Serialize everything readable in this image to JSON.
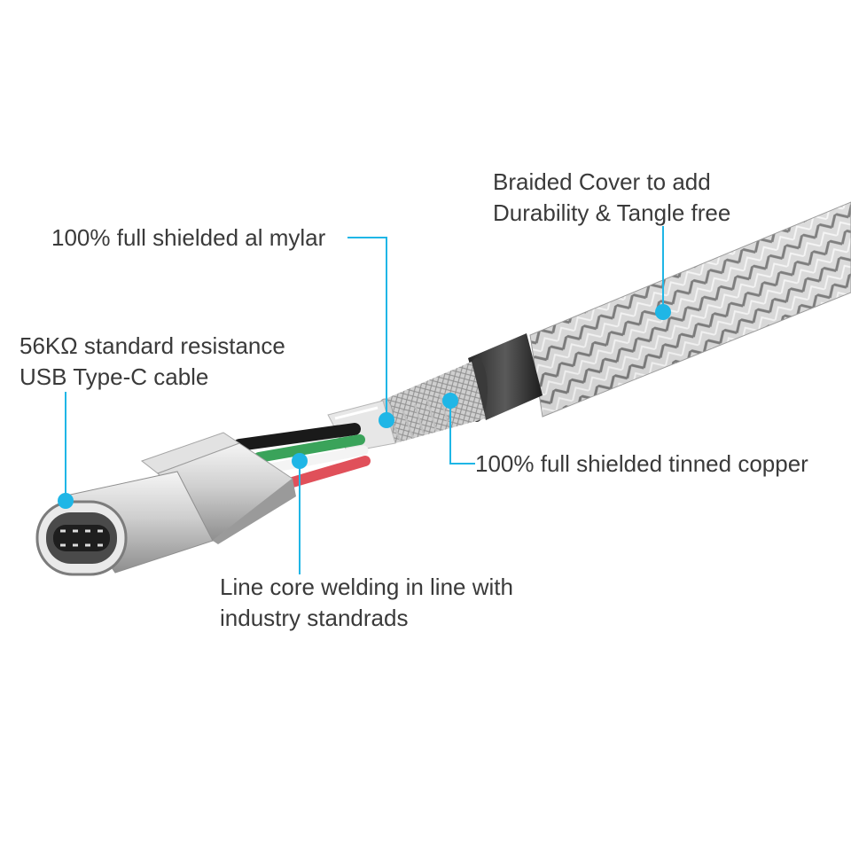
{
  "colors": {
    "accent": "#1fb6e6",
    "text": "#3a3a3a",
    "background": "#ffffff"
  },
  "callouts": {
    "braided_cover": {
      "line1": "Braided Cover to add",
      "line2": "Durability & Tangle free"
    },
    "al_mylar": {
      "text": "100% full shielded al mylar"
    },
    "resistance": {
      "line1": "56KΩ standard resistance",
      "line2": "USB Type-C cable"
    },
    "tinned_copper": {
      "text": "100% full shielded tinned copper"
    },
    "line_core": {
      "line1": "Line core welding in line with",
      "line2": "industry standrads"
    }
  },
  "wires": {
    "colors": [
      "#1a1a1a",
      "#3aa35a",
      "#ffffff",
      "#e0505a"
    ]
  }
}
